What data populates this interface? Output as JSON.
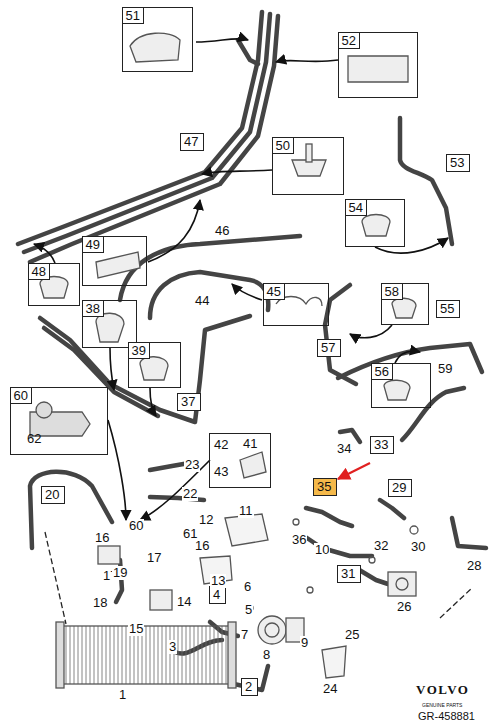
{
  "diagram": {
    "nodes": [
      {
        "text": [
          "51"
        ]
      },
      {
        "text": [
          "52"
        ]
      },
      {
        "text": [
          "47"
        ]
      },
      {
        "text": [
          "50"
        ]
      },
      {
        "text": [
          "53"
        ]
      },
      {
        "text": [
          "54"
        ]
      },
      {
        "text": [
          "49"
        ]
      },
      {
        "text": [
          "48"
        ]
      },
      {
        "text": [
          "45"
        ]
      },
      {
        "text": [
          "58"
        ]
      },
      {
        "text": [
          "57"
        ]
      },
      {
        "text": [
          "55"
        ]
      },
      {
        "text": [
          "56"
        ]
      },
      {
        "text": [
          "38"
        ]
      },
      {
        "text": [
          "39"
        ]
      },
      {
        "text": [
          "37"
        ]
      },
      {
        "text": [
          "60",
          "62"
        ]
      },
      {
        "text": [
          "33"
        ]
      },
      {
        "text": [
          "42",
          "41",
          "43"
        ]
      },
      {
        "text": [
          "35"
        ]
      },
      {
        "text": [
          "29"
        ]
      },
      {
        "text": [
          "20"
        ]
      },
      {
        "text": [
          "31"
        ]
      },
      {
        "text": [
          "4"
        ]
      },
      {
        "text": [
          "2"
        ]
      }
    ],
    "labels": [
      "46",
      "44",
      "59",
      "34",
      "23",
      "22",
      "61",
      "12",
      "11",
      "16",
      "16",
      "17",
      "17",
      "19",
      "18",
      "15",
      "14",
      "13",
      "60",
      "36",
      "10",
      "32",
      "30",
      "28",
      "6",
      "5",
      "7",
      "8",
      "9",
      "26",
      "25",
      "24",
      "3",
      "1",
      "VOLVO",
      "GENUINE PARTS",
      "GR-458881"
    ]
  }
}
